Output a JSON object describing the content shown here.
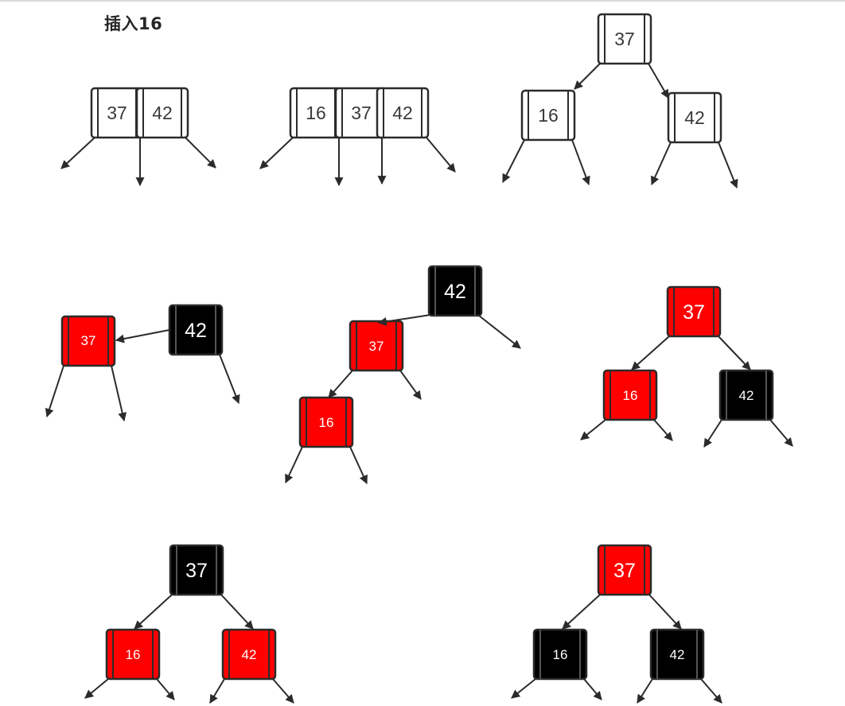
{
  "title": "插入16",
  "colors": {
    "red": "#ff0000",
    "black": "#000000",
    "stroke": "#2b2b2b",
    "white_fill": "#ffffff",
    "text_dark": "#3a3a3a",
    "text_light": "#ffffff"
  },
  "btree_nodes": {
    "a_k1": "37",
    "a_k2": "42",
    "b_k1": "16",
    "b_k2": "37",
    "b_k3": "42",
    "c_root": "37",
    "c_left": "16",
    "c_right": "42"
  },
  "rb_nodes": {
    "d_37": {
      "label": "37",
      "color": "red"
    },
    "d_42": {
      "label": "42",
      "color": "black"
    },
    "e_42": {
      "label": "42",
      "color": "black"
    },
    "e_37": {
      "label": "37",
      "color": "red"
    },
    "e_16": {
      "label": "16",
      "color": "red"
    },
    "f_37": {
      "label": "37",
      "color": "red"
    },
    "f_16": {
      "label": "16",
      "color": "red"
    },
    "f_42": {
      "label": "42",
      "color": "black"
    },
    "g_37": {
      "label": "37",
      "color": "black"
    },
    "g_16": {
      "label": "16",
      "color": "red"
    },
    "g_42": {
      "label": "42",
      "color": "red"
    },
    "h_37": {
      "label": "37",
      "color": "red"
    },
    "h_16": {
      "label": "16",
      "color": "black"
    },
    "h_42": {
      "label": "42",
      "color": "black"
    }
  }
}
